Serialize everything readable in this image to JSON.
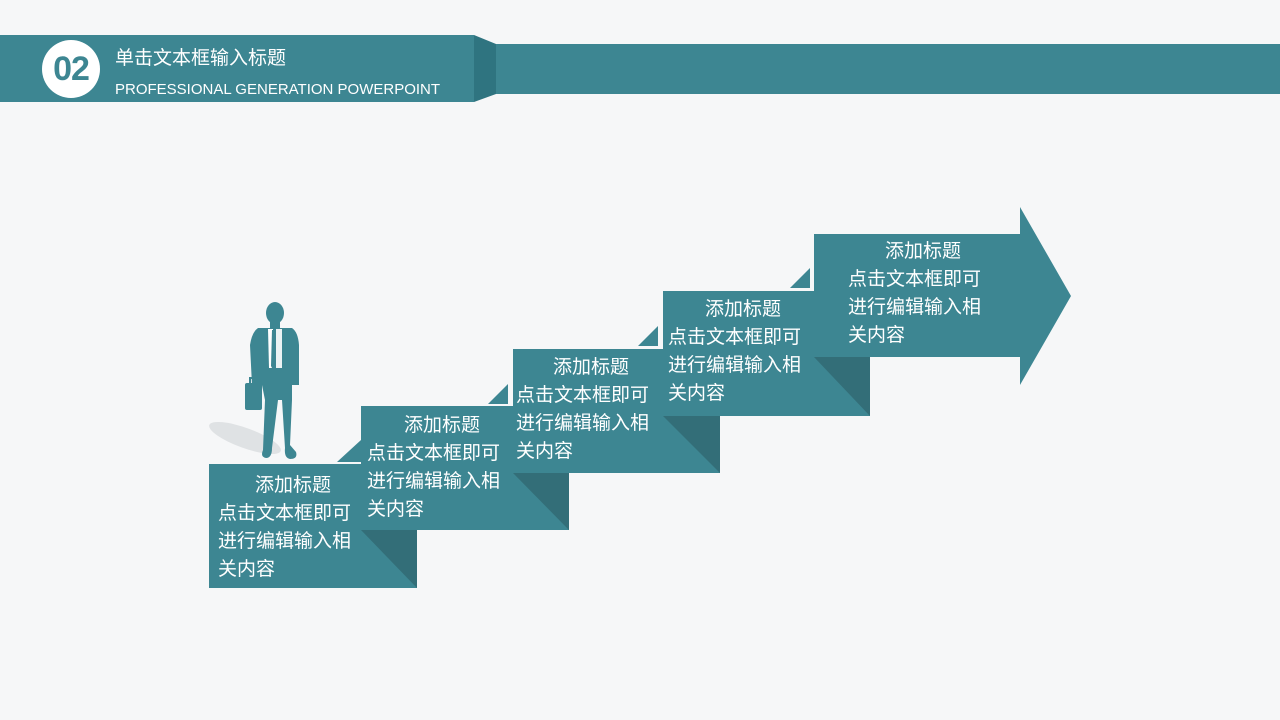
{
  "header": {
    "number": "02",
    "title": "单击文本框输入标题",
    "subtitle": "PROFESSIONAL GENERATION POWERPOINT"
  },
  "colors": {
    "accent": "#3d8692",
    "accent_dark": "#2f6f7a",
    "shadow": "#336e78",
    "background": "#f6f7f8"
  },
  "figure": {
    "icon": "businessman-with-briefcase-icon"
  },
  "steps": [
    {
      "title": "添加标题",
      "line1": "点击文本框即可",
      "line2": "进行编辑输入相",
      "line3": "关内容"
    },
    {
      "title": "添加标题",
      "line1": "点击文本框即可",
      "line2": "进行编辑输入相",
      "line3": "关内容"
    },
    {
      "title": "添加标题",
      "line1": "点击文本框即可",
      "line2": "进行编辑输入相",
      "line3": "关内容"
    },
    {
      "title": "添加标题",
      "line1": "点击文本框即可",
      "line2": "进行编辑输入相",
      "line3": "关内容"
    },
    {
      "title": "添加标题",
      "line1": "点击文本框即可",
      "line2": "进行编辑输入相",
      "line3": "关内容"
    }
  ]
}
